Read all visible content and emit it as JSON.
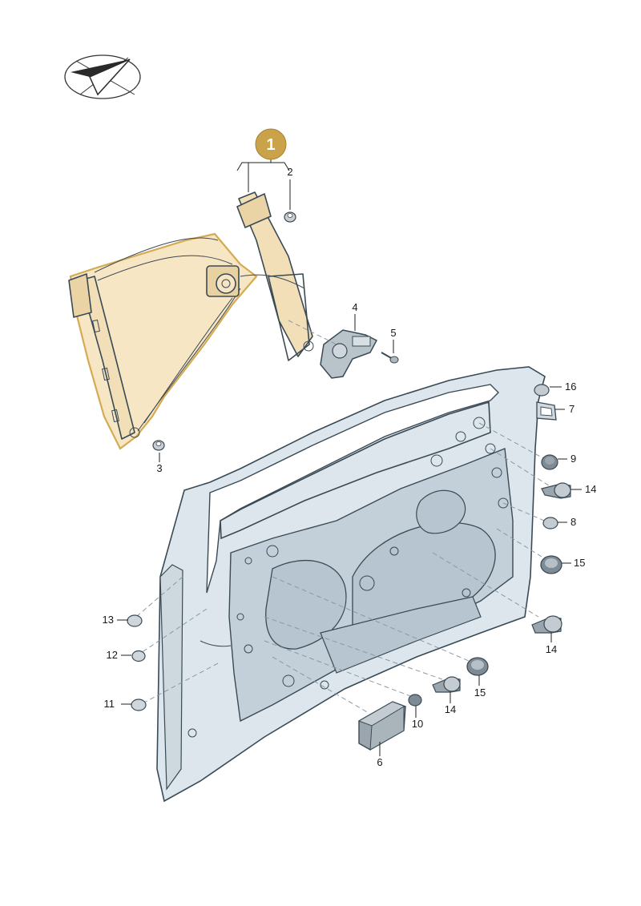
{
  "diagram": {
    "group_badge": "1",
    "colors": {
      "badge_fill": "#c9a24a",
      "highlight_fill": "#f7e6c4",
      "highlight_stroke": "#d4ab52",
      "door_fill": "#dde6ec",
      "door_shadow": "#c3d0d9",
      "outline": "#3a4a55"
    },
    "logo": {
      "icon": "paper-plane-icon"
    },
    "callouts": [
      {
        "id": "c2",
        "text": "2"
      },
      {
        "id": "c3",
        "text": "3"
      },
      {
        "id": "c4",
        "text": "4"
      },
      {
        "id": "c5",
        "text": "5"
      },
      {
        "id": "c6",
        "text": "6"
      },
      {
        "id": "c7",
        "text": "7"
      },
      {
        "id": "c8",
        "text": "8"
      },
      {
        "id": "c9",
        "text": "9"
      },
      {
        "id": "c10",
        "text": "10"
      },
      {
        "id": "c11",
        "text": "11"
      },
      {
        "id": "c12",
        "text": "12"
      },
      {
        "id": "c13",
        "text": "13"
      },
      {
        "id": "c14a",
        "text": "14"
      },
      {
        "id": "c14b",
        "text": "14"
      },
      {
        "id": "c14c",
        "text": "14"
      },
      {
        "id": "c15a",
        "text": "15"
      },
      {
        "id": "c15b",
        "text": "15"
      },
      {
        "id": "c16",
        "text": "16"
      }
    ]
  }
}
